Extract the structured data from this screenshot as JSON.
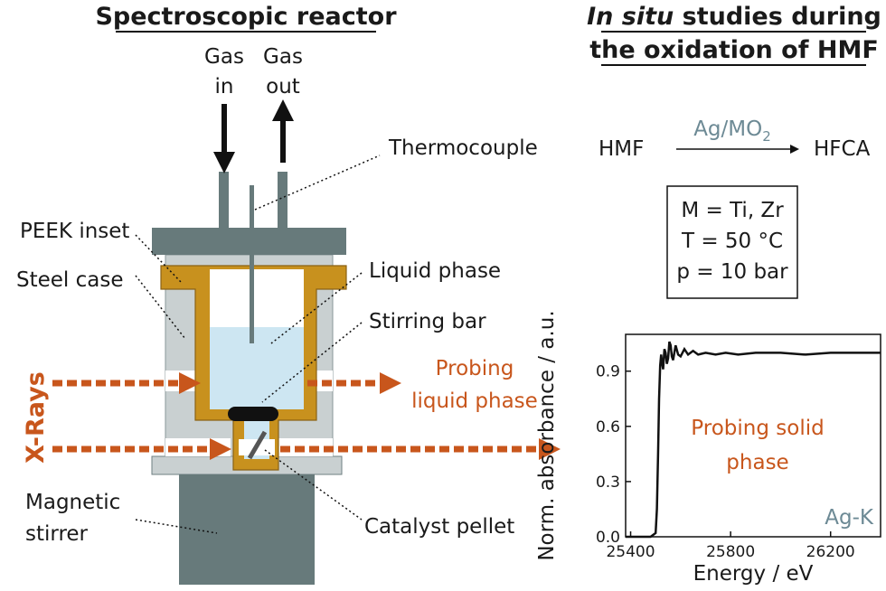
{
  "left": {
    "title": "Spectroscopic reactor",
    "labels": {
      "gas_in_1": "Gas",
      "gas_in_2": "in",
      "gas_out_1": "Gas",
      "gas_out_2": "out",
      "thermocouple": "Thermocouple",
      "peek_inset": "PEEK inset",
      "steel_case": "Steel case",
      "liquid_phase": "Liquid phase",
      "stirring_bar": "Stirring bar",
      "xrays": "X-Rays",
      "probing_liquid_1": "Probing",
      "probing_liquid_2": "liquid phase",
      "magnetic_stirrer_1": "Magnetic",
      "magnetic_stirrer_2": "stirrer",
      "catalyst_pellet": "Catalyst pellet"
    }
  },
  "right": {
    "title_italic": "In situ",
    "title_rest": " studies during",
    "title_line2": "the oxidation of HMF",
    "reaction": {
      "reactant": "HMF",
      "catalyst_main": "Ag/MO",
      "catalyst_sub": "2",
      "product": "HFCA"
    },
    "conditions": [
      "M = Ti, Zr",
      "T = 50 °C",
      "p = 10 bar"
    ],
    "probing_solid_1": "Probing solid",
    "probing_solid_2": "phase",
    "edge_label": "Ag-K"
  },
  "colors": {
    "orange": "#c8561c",
    "steel": "#c9d0d1",
    "dark_steel": "#677a7b",
    "peek": "#c8911e",
    "liquid": "#cde6f2",
    "stirrer": "#677a7b"
  },
  "chart_data": {
    "type": "line",
    "xlabel": "Energy / eV",
    "ylabel": "Norm. absorbance / a.u.",
    "xlim": [
      25380,
      26400
    ],
    "ylim": [
      0,
      1.1
    ],
    "x_ticks": [
      25400,
      25800,
      26200
    ],
    "y_ticks": [
      0.0,
      0.3,
      0.6,
      0.9
    ],
    "series": [
      {
        "x": [
          25380,
          25480,
          25500,
          25505,
          25510,
          25514,
          25518,
          25522,
          25526,
          25530,
          25535,
          25540,
          25545,
          25550,
          25555,
          25560,
          25565,
          25570,
          25580,
          25590,
          25600,
          25615,
          25630,
          25650,
          25670,
          25700,
          25740,
          25780,
          25830,
          25900,
          26000,
          26100,
          26200,
          26300,
          26400
        ],
        "y": [
          0.0,
          0.0,
          0.02,
          0.15,
          0.45,
          0.75,
          0.93,
          0.99,
          0.94,
          0.91,
          1.02,
          1.0,
          0.94,
          0.97,
          1.06,
          1.04,
          0.98,
          0.96,
          1.04,
          0.99,
          0.98,
          1.02,
          0.99,
          1.01,
          0.99,
          1.0,
          0.99,
          1.0,
          0.99,
          1.0,
          1.0,
          0.99,
          1.0,
          1.0,
          1.0
        ]
      }
    ]
  }
}
